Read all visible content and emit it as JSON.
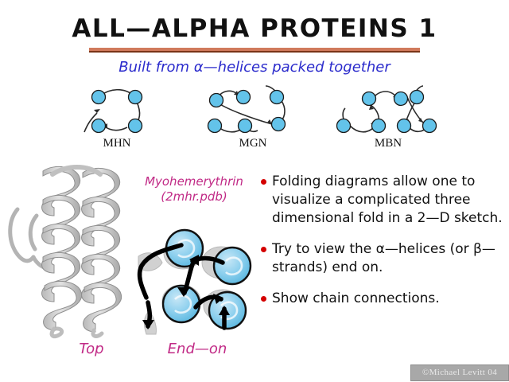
{
  "slide": {
    "title": "ALL—ALPHA PROTEINS 1",
    "subtitle": "Built from α—helices packed together",
    "watermark": "©Michael Levitt 04",
    "accent_rule_color": "#d07a5c",
    "title_color": "#111111",
    "subtitle_color": "#2b2bcc",
    "bullet_color": "#d40000",
    "pink_color": "#c12a86",
    "helix_circle_color": "#63c3ea"
  },
  "fold_diagrams": [
    {
      "label": "MHN"
    },
    {
      "label": "MGN"
    },
    {
      "label": "MBN"
    }
  ],
  "structure": {
    "protein_name": "Myohemerythrin",
    "pdb_code": "(2mhr.pdb)",
    "view_top_label": "Top",
    "view_endon_label": "End—on"
  },
  "bullets": [
    "Folding diagrams allow one to visualize a complicated three dimensional fold in a 2—D sketch.",
    "Try to view the α—helices (or β—strands) end on.",
    "Show chain connections."
  ]
}
